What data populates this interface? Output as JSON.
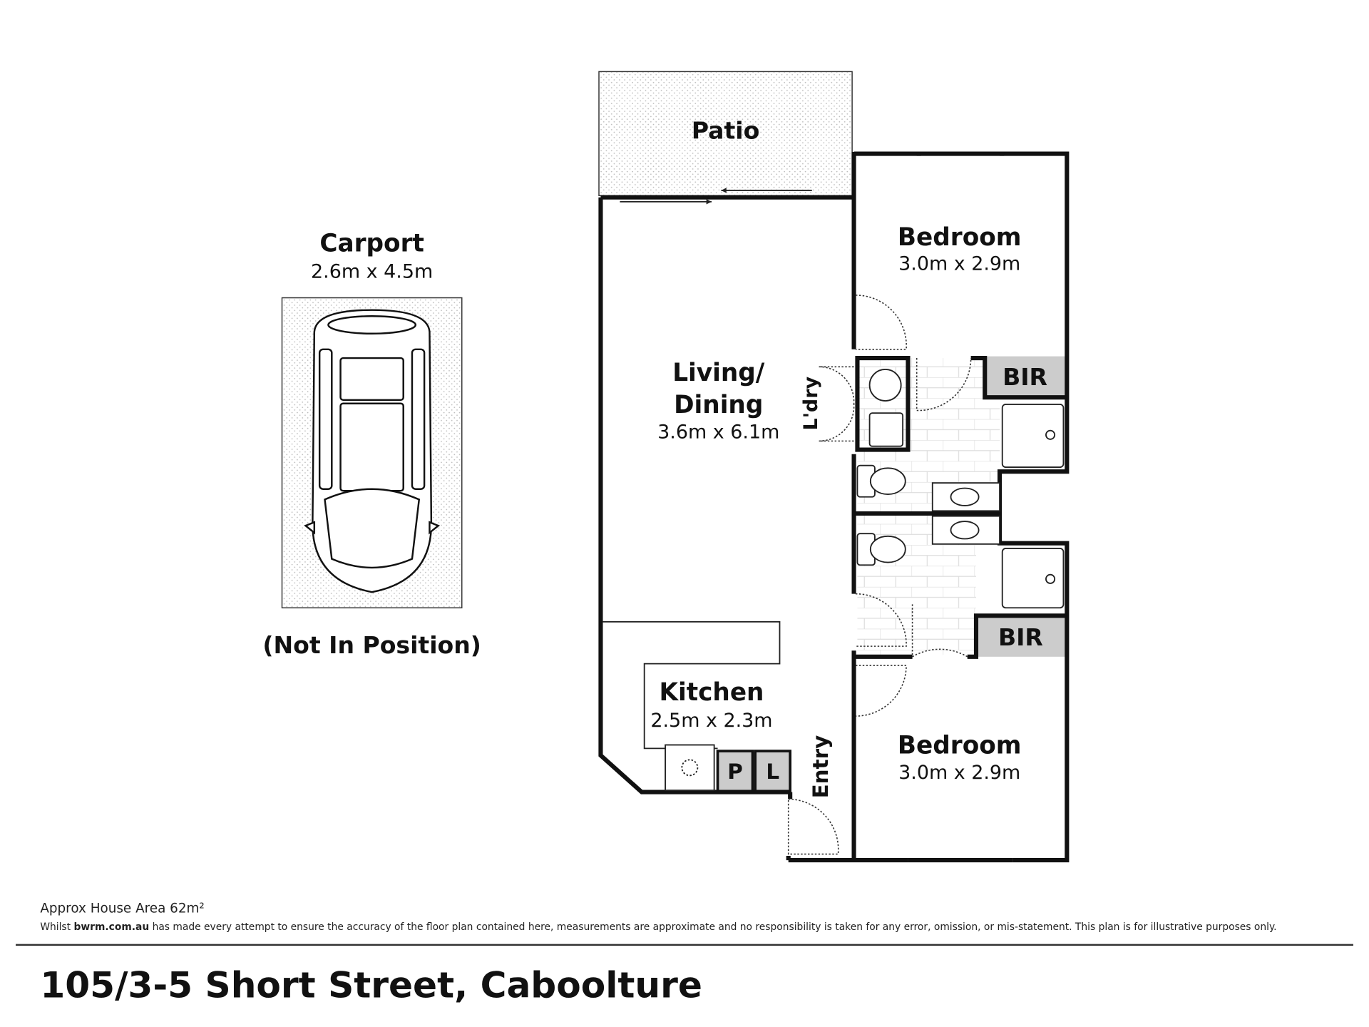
{
  "rooms": {
    "patio": {
      "name": "Patio"
    },
    "carport": {
      "name": "Carport",
      "size": "2.6m x 4.5m",
      "note": "(Not In Position)"
    },
    "living": {
      "name_line1": "Living/",
      "name_line2": "Dining",
      "size": "3.6m x 6.1m"
    },
    "laundry": {
      "name": "L'dry"
    },
    "bedroom1": {
      "name": "Bedroom",
      "size": "3.0m x 2.9m"
    },
    "bedroom2": {
      "name": "Bedroom",
      "size": "3.0m x 2.9m"
    },
    "bir1": {
      "name": "BIR"
    },
    "bir2": {
      "name": "BIR"
    },
    "kitchen": {
      "name": "Kitchen",
      "size": "2.5m x 2.3m"
    },
    "pantry": {
      "name": "P"
    },
    "linen": {
      "name": "L"
    },
    "entry": {
      "name": "Entry"
    }
  },
  "footer": {
    "area": "Approx House Area 62m²",
    "disclaimer_prefix": "Whilst ",
    "disclaimer_site": "bwrm.com.au",
    "disclaimer_rest": " has made every attempt to ensure the accuracy of the floor plan contained here, measurements are approximate and no responsibility is taken for any error, omission, or mis-statement. This plan is for illustrative purposes only.",
    "address": "105/3-5 Short Street, Caboolture"
  },
  "colors": {
    "wall": "#111111",
    "storage_fill": "#cccccc",
    "tile": "#dddddd"
  }
}
